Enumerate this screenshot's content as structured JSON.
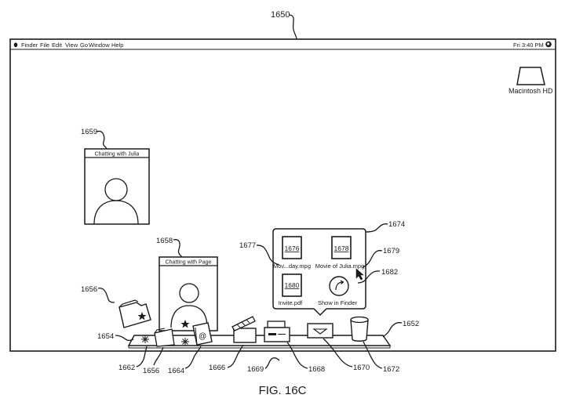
{
  "figure": {
    "caption": "FIG. 16C",
    "colors": {
      "line": "#1a1a1a",
      "highlight": "#f2c200",
      "fill": "#ffffff"
    }
  },
  "menu_bar": {
    "apple_icon": "apple-icon",
    "items": [
      "Finder",
      "File",
      "Edit",
      "View",
      "Go",
      "Window",
      "Help"
    ],
    "clock": "Fri 3:40 PM",
    "spotlight_icon": "search-icon"
  },
  "desktop": {
    "drive_label": "Macintosh HD"
  },
  "windows": {
    "julia": {
      "title": "Chatting with Julia"
    },
    "page": {
      "title": "Chatting with Page"
    }
  },
  "stack_popup": {
    "items": [
      {
        "ref": "1676",
        "label": "Mov...day.mpg"
      },
      {
        "ref": "1678",
        "label": "Movie of Julia.mpg"
      },
      {
        "ref": "1680",
        "label": "Invite.pdf"
      }
    ],
    "show_in_finder": "Show in Finder"
  },
  "reference_numerals": {
    "screen": "1650",
    "dock": "1652",
    "dock_surface": "1654",
    "folder_icon": "1656",
    "chat_window_julia": "1659",
    "chat_window_page": "1658",
    "dock_item_1662": "1662",
    "dock_item_1664": "1664",
    "dock_item_1666": "1666",
    "dock_item_1668": "1668",
    "dock_item_1669": "1669",
    "dock_item_1670": "1670",
    "dock_item_1672": "1672",
    "stack_popup": "1674",
    "popup_item_1677": "1677",
    "cursor": "1679",
    "show_in_finder_button": "1682"
  }
}
